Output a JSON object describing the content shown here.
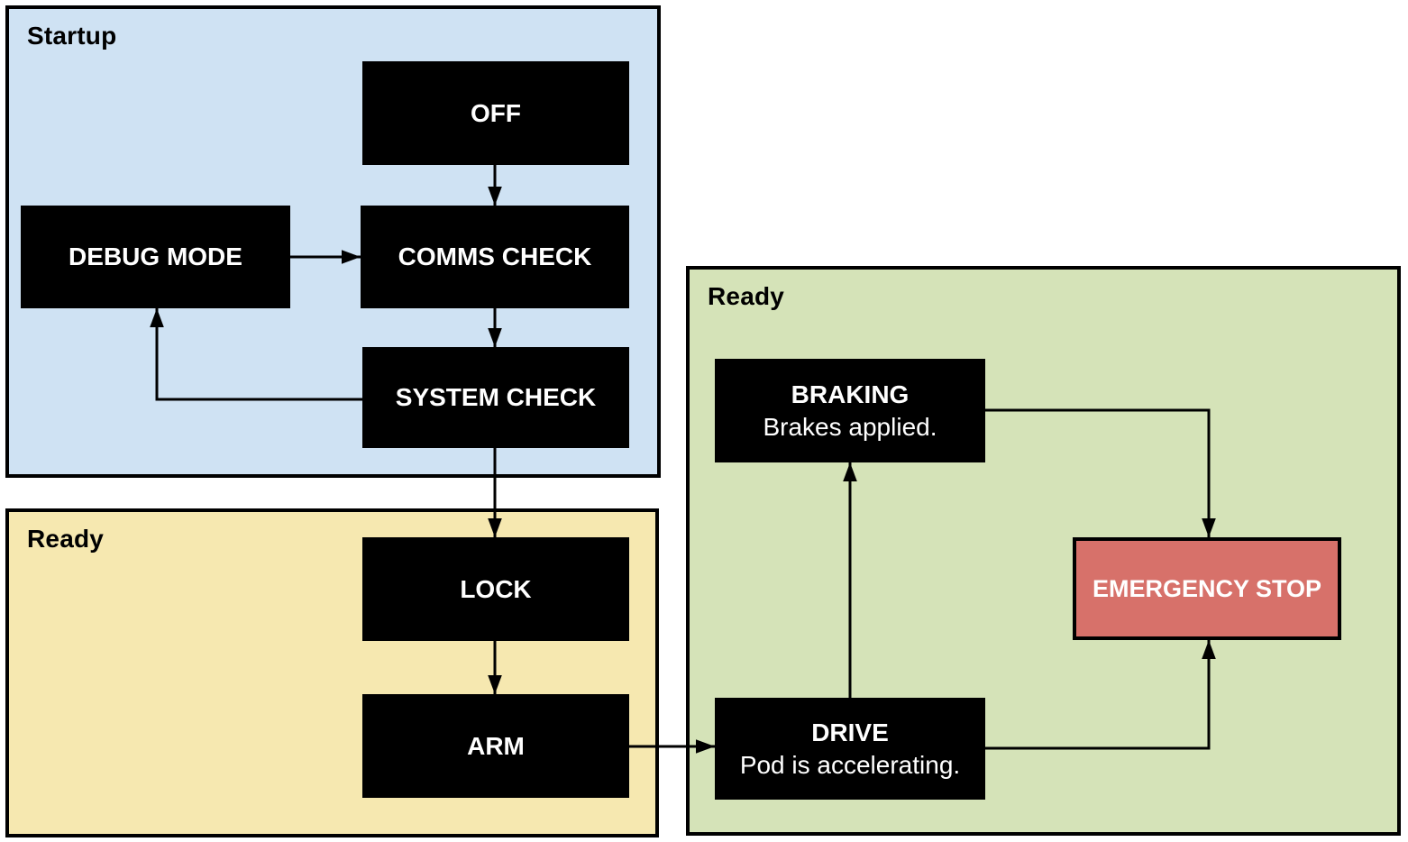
{
  "diagram": {
    "type": "state-machine-flowchart",
    "colors": {
      "panel_startup_fill": "#cfe2f3",
      "panel_ready_left_fill": "#f6e8b0",
      "panel_ready_right_fill": "#d5e3b8",
      "state_fill": "#000000",
      "state_text": "#ffffff",
      "emergency_stop_fill": "#d7716a",
      "border": "#000000",
      "arrow": "#000000"
    },
    "panels": {
      "startup": {
        "label": "Startup"
      },
      "ready_left": {
        "label": "Ready"
      },
      "ready_right": {
        "label": "Ready"
      }
    },
    "states": {
      "off": {
        "name": "OFF"
      },
      "debug_mode": {
        "name": "DEBUG MODE"
      },
      "comms_check": {
        "name": "COMMS CHECK"
      },
      "system_check": {
        "name": "SYSTEM CHECK"
      },
      "lock": {
        "name": "LOCK"
      },
      "arm": {
        "name": "ARM"
      },
      "braking": {
        "name": "BRAKING",
        "description": "Brakes applied."
      },
      "drive": {
        "name": "DRIVE",
        "description": "Pod is accelerating."
      },
      "emergency_stop": {
        "name": "EMERGENCY STOP"
      }
    },
    "transitions": [
      {
        "from": "OFF",
        "to": "COMMS CHECK"
      },
      {
        "from": "DEBUG MODE",
        "to": "COMMS CHECK"
      },
      {
        "from": "COMMS CHECK",
        "to": "SYSTEM CHECK"
      },
      {
        "from": "SYSTEM CHECK",
        "to": "DEBUG MODE"
      },
      {
        "from": "SYSTEM CHECK",
        "to": "LOCK"
      },
      {
        "from": "LOCK",
        "to": "ARM"
      },
      {
        "from": "ARM",
        "to": "DRIVE"
      },
      {
        "from": "DRIVE",
        "to": "BRAKING"
      },
      {
        "from": "BRAKING",
        "to": "EMERGENCY STOP"
      },
      {
        "from": "DRIVE",
        "to": "EMERGENCY STOP"
      }
    ]
  }
}
